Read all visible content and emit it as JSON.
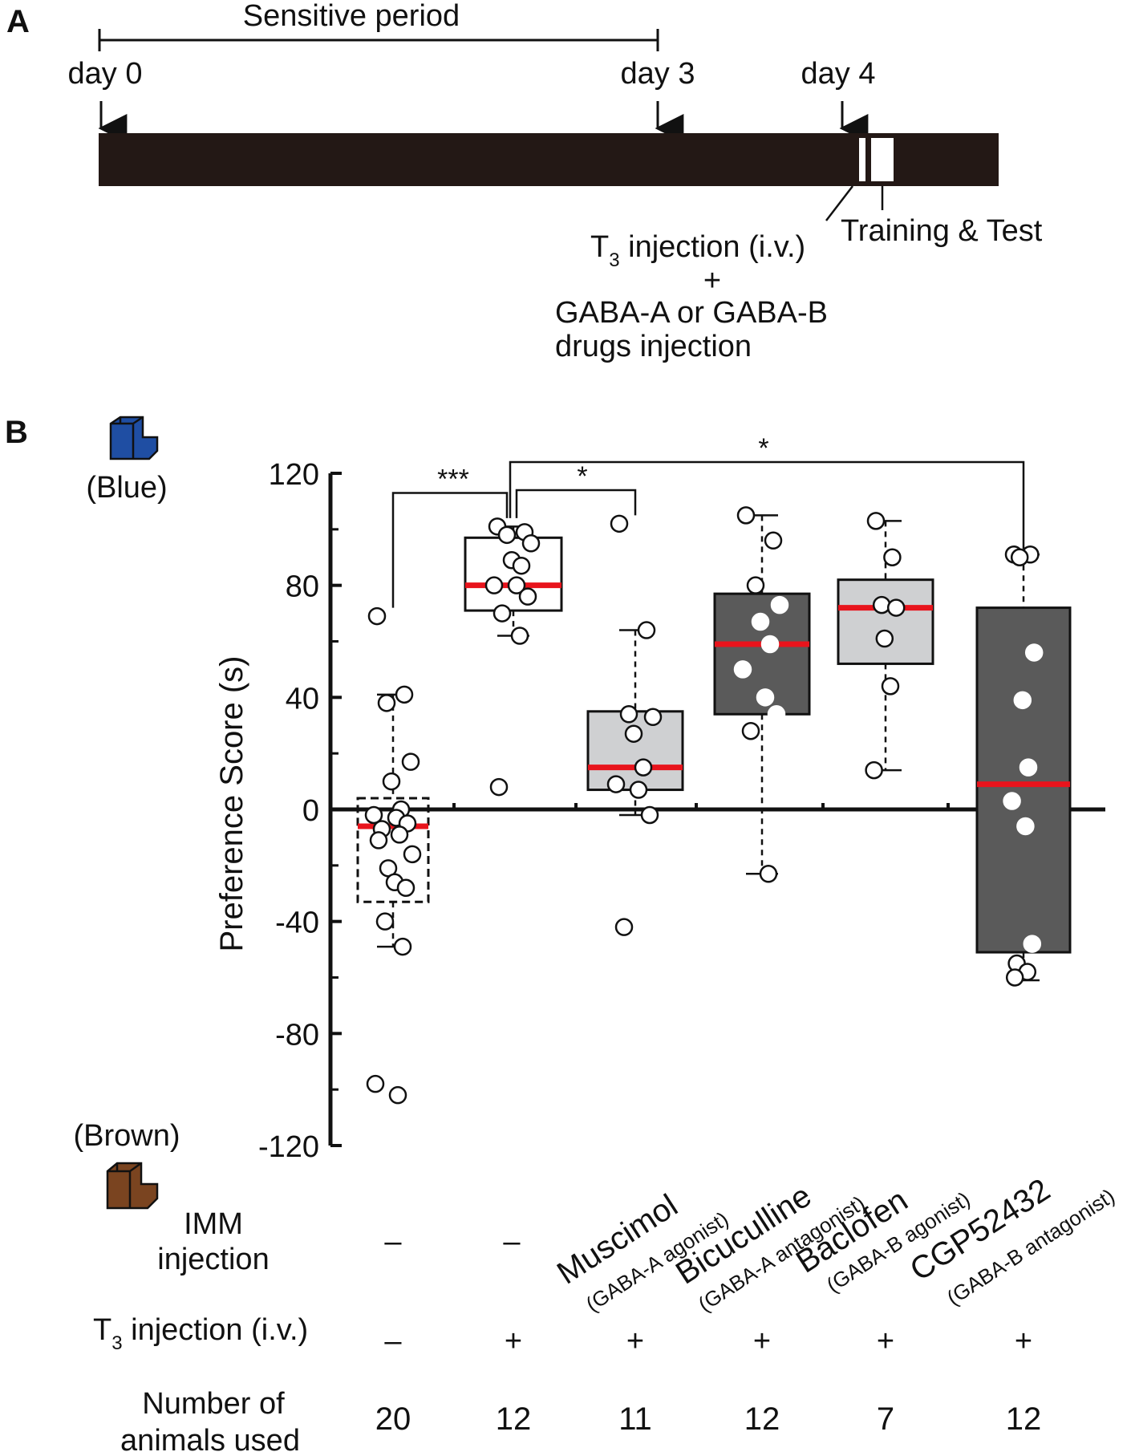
{
  "panel_a": {
    "letter": "A",
    "sensitive_period_label": "Sensitive period",
    "day_labels": [
      "day 0",
      "day 3",
      "day 4"
    ],
    "t3_label_main": "T",
    "t3_label_sub": "3",
    "t3_label_rest": " injection (i.v.)",
    "plus_label": "+",
    "gaba_label_line1": "GABA-A or GABA-B",
    "gaba_label_line2": "drugs injection",
    "training_label": "Training & Test"
  },
  "panel_b": {
    "letter": "B",
    "blue_label": "(Blue)",
    "brown_label": "(Brown)",
    "blue_color": "#1f4ea3",
    "brown_color": "#7a4420",
    "imm_label_line1": "IMM",
    "imm_label_line2": "injection",
    "t3_row_main": "T",
    "t3_row_sub": "3",
    "t3_row_rest": " injection (i.v.)",
    "animals_label_line1": "Number of",
    "animals_label_line2": "animals used",
    "imm_values": [
      "–",
      "–"
    ],
    "drug_names": [
      "Muscimol",
      "Bicuculline",
      "Baclofen",
      "CGP52432"
    ],
    "drug_roles": [
      "(GABA-A agonist)",
      "(GABA-A antagonist)",
      "(GABA-B agonist)",
      "(GABA-B antagonist)"
    ],
    "t3_values": [
      "–",
      "+",
      "+",
      "+",
      "+",
      "+"
    ],
    "animal_counts": [
      "20",
      "12",
      "11",
      "12",
      "7",
      "12"
    ],
    "significance": [
      {
        "from": 0,
        "to": 1,
        "label": "***"
      },
      {
        "from": 1,
        "to": 2,
        "label": "*"
      },
      {
        "from": 1,
        "to": 5,
        "label": "*"
      }
    ]
  },
  "chart_data": {
    "type": "box",
    "ylabel": "Preference Score (s)",
    "ylim": [
      -120,
      120
    ],
    "yticks": [
      -120,
      -80,
      -40,
      0,
      40,
      80,
      120
    ],
    "median_color": "#e8141c",
    "groups": [
      {
        "q1": -33,
        "q3": 4,
        "median": -6,
        "whisker_low": -49,
        "whisker_high": 41,
        "fill": "#ffffff",
        "dashed": true,
        "points": [
          69,
          41,
          38,
          17,
          10,
          0,
          -2,
          -3,
          -5,
          -7,
          -9,
          -11,
          -16,
          -21,
          -26,
          -28,
          -40,
          -49,
          -98,
          -102
        ]
      },
      {
        "q1": 71,
        "q3": 97,
        "median": 80,
        "whisker_low": 62,
        "whisker_high": 101,
        "fill": "#ffffff",
        "dashed": false,
        "points": [
          101,
          99,
          98,
          95,
          89,
          87,
          80,
          80,
          76,
          70,
          62,
          8
        ]
      },
      {
        "q1": 7,
        "q3": 35,
        "median": 15,
        "whisker_low": -2,
        "whisker_high": 64,
        "fill": "#cfd0d2",
        "dashed": false,
        "points": [
          102,
          64,
          34,
          33,
          27,
          15,
          9,
          7,
          -2,
          -42
        ]
      },
      {
        "q1": 34,
        "q3": 77,
        "median": 59,
        "whisker_low": -23,
        "whisker_high": 105,
        "fill": "#5a5a5a",
        "dashed": false,
        "points": [
          105,
          96,
          80,
          73,
          67,
          59,
          50,
          40,
          34,
          28,
          -23
        ]
      },
      {
        "q1": 52,
        "q3": 82,
        "median": 72,
        "whisker_low": 14,
        "whisker_high": 103,
        "fill": "#cfd0d2",
        "dashed": false,
        "points": [
          103,
          90,
          73,
          72,
          61,
          44,
          14
        ]
      },
      {
        "q1": -51,
        "q3": 72,
        "median": 9,
        "whisker_low": -61,
        "whisker_high": 91,
        "fill": "#5a5a5a",
        "dashed": false,
        "points": [
          91,
          91,
          90,
          56,
          39,
          15,
          3,
          -6,
          -48,
          -55,
          -58,
          -60
        ]
      }
    ]
  }
}
